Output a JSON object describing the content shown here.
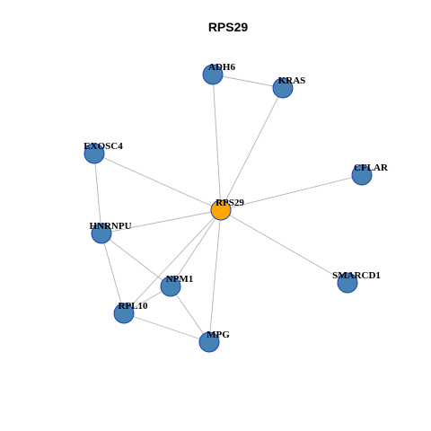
{
  "title": "RPS29",
  "colors": {
    "hub_fill": "#ffa500",
    "node_fill": "#4682b4",
    "node_border": "#1f3fb8",
    "edge": "#b4b4b4"
  },
  "nodes": [
    {
      "id": "ADH6",
      "label": "ADH6",
      "role": "neighbor"
    },
    {
      "id": "KRAS",
      "label": "KRAS",
      "role": "neighbor"
    },
    {
      "id": "EXOSC4",
      "label": "EXOSC4",
      "role": "neighbor"
    },
    {
      "id": "CFLAR",
      "label": "CFLAR",
      "role": "neighbor"
    },
    {
      "id": "RPS29",
      "label": "RPS29",
      "role": "hub"
    },
    {
      "id": "HNRNPU",
      "label": "HNRNPU",
      "role": "neighbor"
    },
    {
      "id": "SMARCD1",
      "label": "SMARCD1",
      "role": "neighbor"
    },
    {
      "id": "NPM1",
      "label": "NPM1",
      "role": "neighbor"
    },
    {
      "id": "RPL10",
      "label": "RPL10",
      "role": "neighbor"
    },
    {
      "id": "MPG",
      "label": "MPG",
      "role": "neighbor"
    }
  ],
  "edges": [
    [
      "ADH6",
      "KRAS"
    ],
    [
      "ADH6",
      "RPS29"
    ],
    [
      "KRAS",
      "RPS29"
    ],
    [
      "EXOSC4",
      "RPS29"
    ],
    [
      "EXOSC4",
      "HNRNPU"
    ],
    [
      "CFLAR",
      "RPS29"
    ],
    [
      "HNRNPU",
      "RPS29"
    ],
    [
      "HNRNPU",
      "NPM1"
    ],
    [
      "HNRNPU",
      "RPL10"
    ],
    [
      "SMARCD1",
      "RPS29"
    ],
    [
      "NPM1",
      "RPS29"
    ],
    [
      "NPM1",
      "RPL10"
    ],
    [
      "NPM1",
      "MPG"
    ],
    [
      "RPL10",
      "RPS29"
    ],
    [
      "RPL10",
      "MPG"
    ],
    [
      "MPG",
      "RPS29"
    ]
  ]
}
